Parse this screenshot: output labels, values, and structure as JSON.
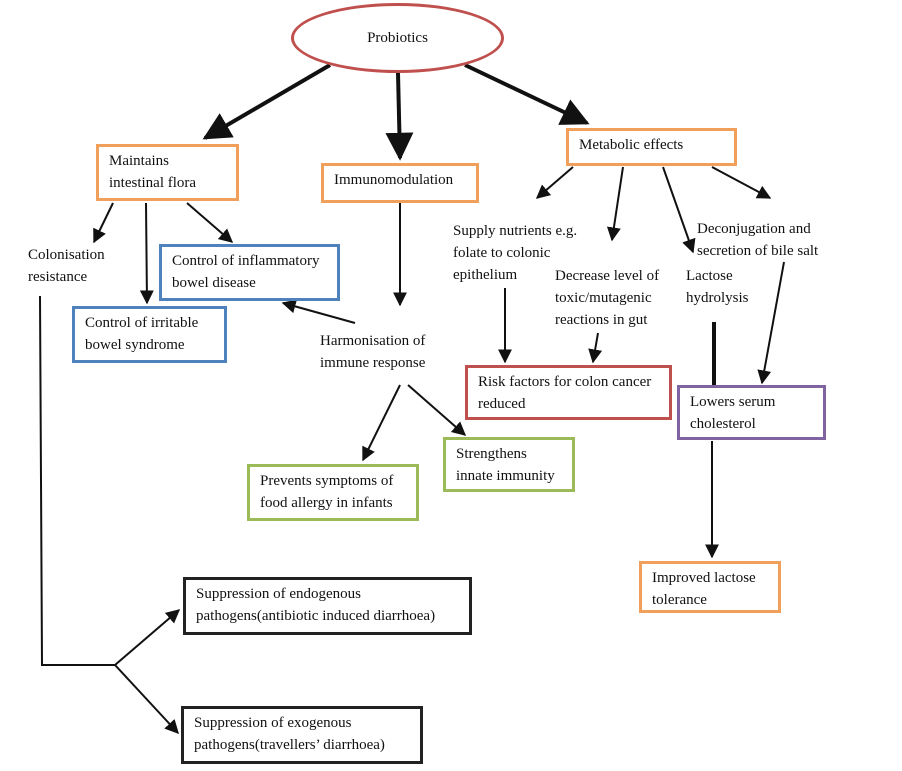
{
  "colors": {
    "ellipse": "#c0504d",
    "orange": "#f0a05a",
    "blue": "#4f81bd",
    "green": "#9bbb59",
    "red": "#c0504d",
    "purple": "#8064a2",
    "black": "#222222"
  },
  "nodes": {
    "root": "Probiotics",
    "maintains": "Maintains\nintestinal flora",
    "immuno": "Immunomodulation",
    "metabolic": "Metabolic effects",
    "colonisation": "Colonisation\nresistance",
    "ibd": "Control of inflammatory\nbowel disease",
    "ibs": "Control of irritable\nbowel syndrome",
    "harmonisation": "Harmonisation of\nimmune response",
    "food_allergy": "Prevents symptoms of\nfood allergy in infants",
    "innate": "Strengthens\ninnate immunity",
    "supply": "Supply nutrients e.g.\nfolate to colonic\nepithelium",
    "decrease": "Decrease level of\ntoxic/mutagenic\nreactions in gut",
    "deconj": "Deconjugation and\nsecretion of bile salt",
    "lactose_hyd": "Lactose\nhydrolysis",
    "colon_cancer": "Risk factors for colon cancer\nreduced",
    "cholesterol": "Lowers serum\ncholesterol",
    "lactose_tol": "Improved lactose\ntolerance",
    "endogenous": "Suppression of endogenous\npathogens(antibiotic induced diarrhoea)",
    "exogenous": "Suppression of exogenous\npathogens(travellers’ diarrhoea)"
  }
}
